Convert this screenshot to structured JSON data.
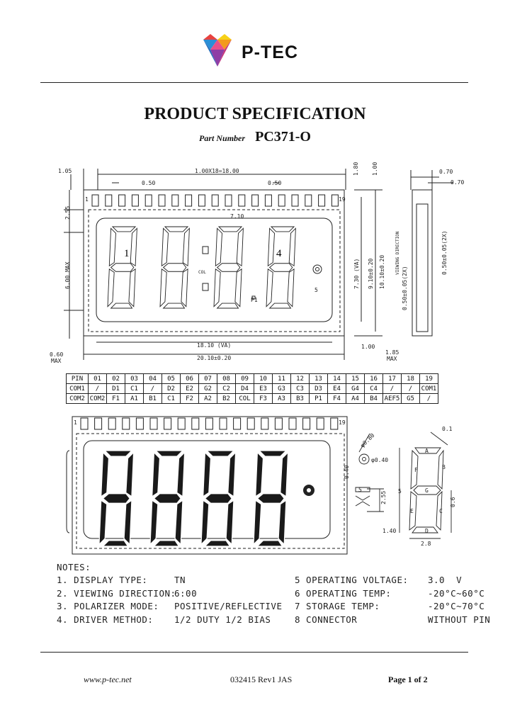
{
  "header": {
    "brand": "P-TEC",
    "colors": {
      "red": "#e8423f",
      "orange": "#f39a1e",
      "yellow": "#f7d117",
      "blue": "#2b8fd6",
      "purple": "#8e3fa6",
      "pink": "#e8508a"
    }
  },
  "doc": {
    "title": "PRODUCT SPECIFICATION",
    "part_label": "Part Number",
    "part_number": "PC371-O"
  },
  "drawing": {
    "dims": {
      "d105": "1.05",
      "pitch": "1.00X18=18.00",
      "p050a": "0.50",
      "p050b": "0.50",
      "d180": "1.80",
      "d100": "1.00",
      "d070a": "0.70",
      "d070b": "0.70",
      "d255": "2.55",
      "d600": "6.00 MAX",
      "d710": "7.10",
      "va_h": "7.30 (VA)",
      "h910": "9.10±0.20",
      "h1010": "10.10±0.20",
      "va_w": "18.10 (VA)",
      "w2010": "20.10±0.20",
      "d100b": "1.00",
      "d060": "0.60",
      "dmax": "MAX",
      "d185": "1.85",
      "d185max": "MAX",
      "side1": "0.50±0.05(2X)",
      "side2": "0.50±0.05(2X)",
      "viewing": "VIEWING DIRECTION",
      "pin1": "1",
      "pin19": "19",
      "digit1": "1",
      "digit4": "4",
      "col": "COL",
      "p1": "P1",
      "s5": "5"
    },
    "detail": {
      "r": "φ0.80",
      "r2": "φ0.40",
      "d040": "0.40",
      "d255": "2.55",
      "d140": "1.40",
      "d01": "0.1",
      "d5": "5",
      "d06": "0.6",
      "d28": "2.8",
      "seg_a": "A",
      "seg_b": "B",
      "seg_c": "C",
      "seg_d": "D",
      "seg_e": "E",
      "seg_f": "F",
      "seg_g": "G",
      "s5": "5"
    }
  },
  "pin_table": {
    "rows": [
      [
        "PIN",
        "01",
        "02",
        "03",
        "04",
        "05",
        "06",
        "07",
        "08",
        "09",
        "10",
        "11",
        "12",
        "13",
        "14",
        "15",
        "16",
        "17",
        "18",
        "19"
      ],
      [
        "COM1",
        "/",
        "D1",
        "C1",
        "/",
        "D2",
        "E2",
        "G2",
        "C2",
        "D4",
        "E3",
        "G3",
        "C3",
        "D3",
        "E4",
        "G4",
        "C4",
        "/",
        "/",
        "COM1"
      ],
      [
        "COM2",
        "COM2",
        "F1",
        "A1",
        "B1",
        "C1",
        "F2",
        "A2",
        "B2",
        "COL",
        "F3",
        "A3",
        "B3",
        "P1",
        "F4",
        "A4",
        "B4",
        "AEF5",
        "G5",
        "/"
      ]
    ]
  },
  "notes": {
    "heading": "NOTES:",
    "left": [
      {
        "k": "1. DISPLAY TYPE:",
        "v": "TN"
      },
      {
        "k": "2. VIEWING DIRECTION:",
        "v": "6:00"
      },
      {
        "k": "3. POLARIZER MODE:",
        "v": "POSITIVE/REFLECTIVE"
      },
      {
        "k": "4. DRIVER METHOD:",
        "v": "1/2 DUTY 1/2 BIAS"
      }
    ],
    "right": [
      {
        "k": "5 OPERATING VOLTAGE:",
        "v": "3.0  V"
      },
      {
        "k": "6 OPERATING TEMP:",
        "v": "-20°C~60°C"
      },
      {
        "k": "7 STORAGE TEMP:",
        "v": "-20°C~70°C"
      },
      {
        "k": "8 CONNECTOR",
        "v": "WITHOUT PIN"
      }
    ]
  },
  "footer": {
    "url": "www.p-tec.net",
    "rev": "032415 Rev1 JAS",
    "page": "Page 1 of 2"
  }
}
